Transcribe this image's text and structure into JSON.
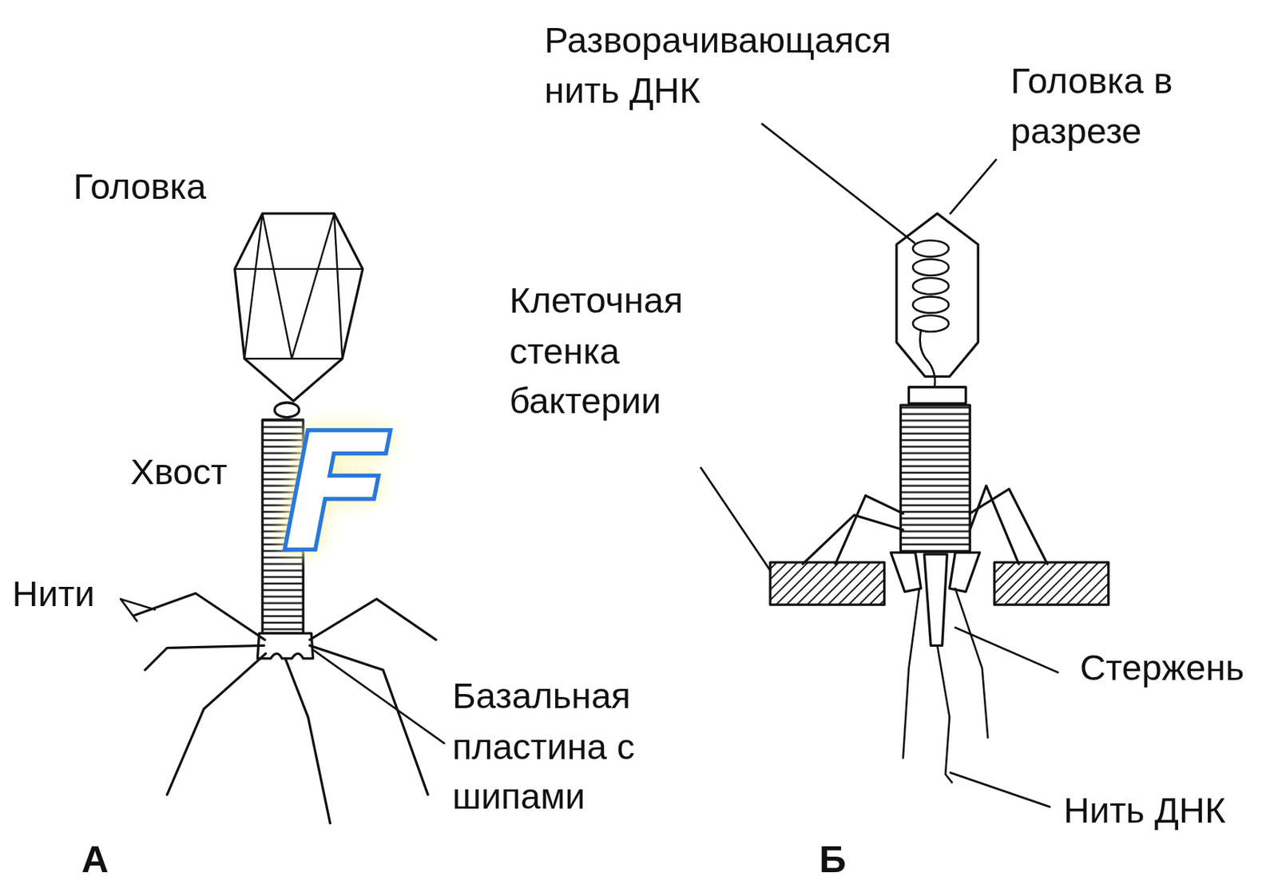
{
  "diagram": {
    "labels": [
      "Головка",
      "Хвост",
      "F",
      "Нити",
      "Базальная пластина с шипами",
      "А",
      "Разворачивающаяся нить ДНК",
      "Головка в разрезе",
      "Клеточная стенка бактерии",
      "Стержень",
      "Нить ДНК",
      "Б"
    ]
  }
}
